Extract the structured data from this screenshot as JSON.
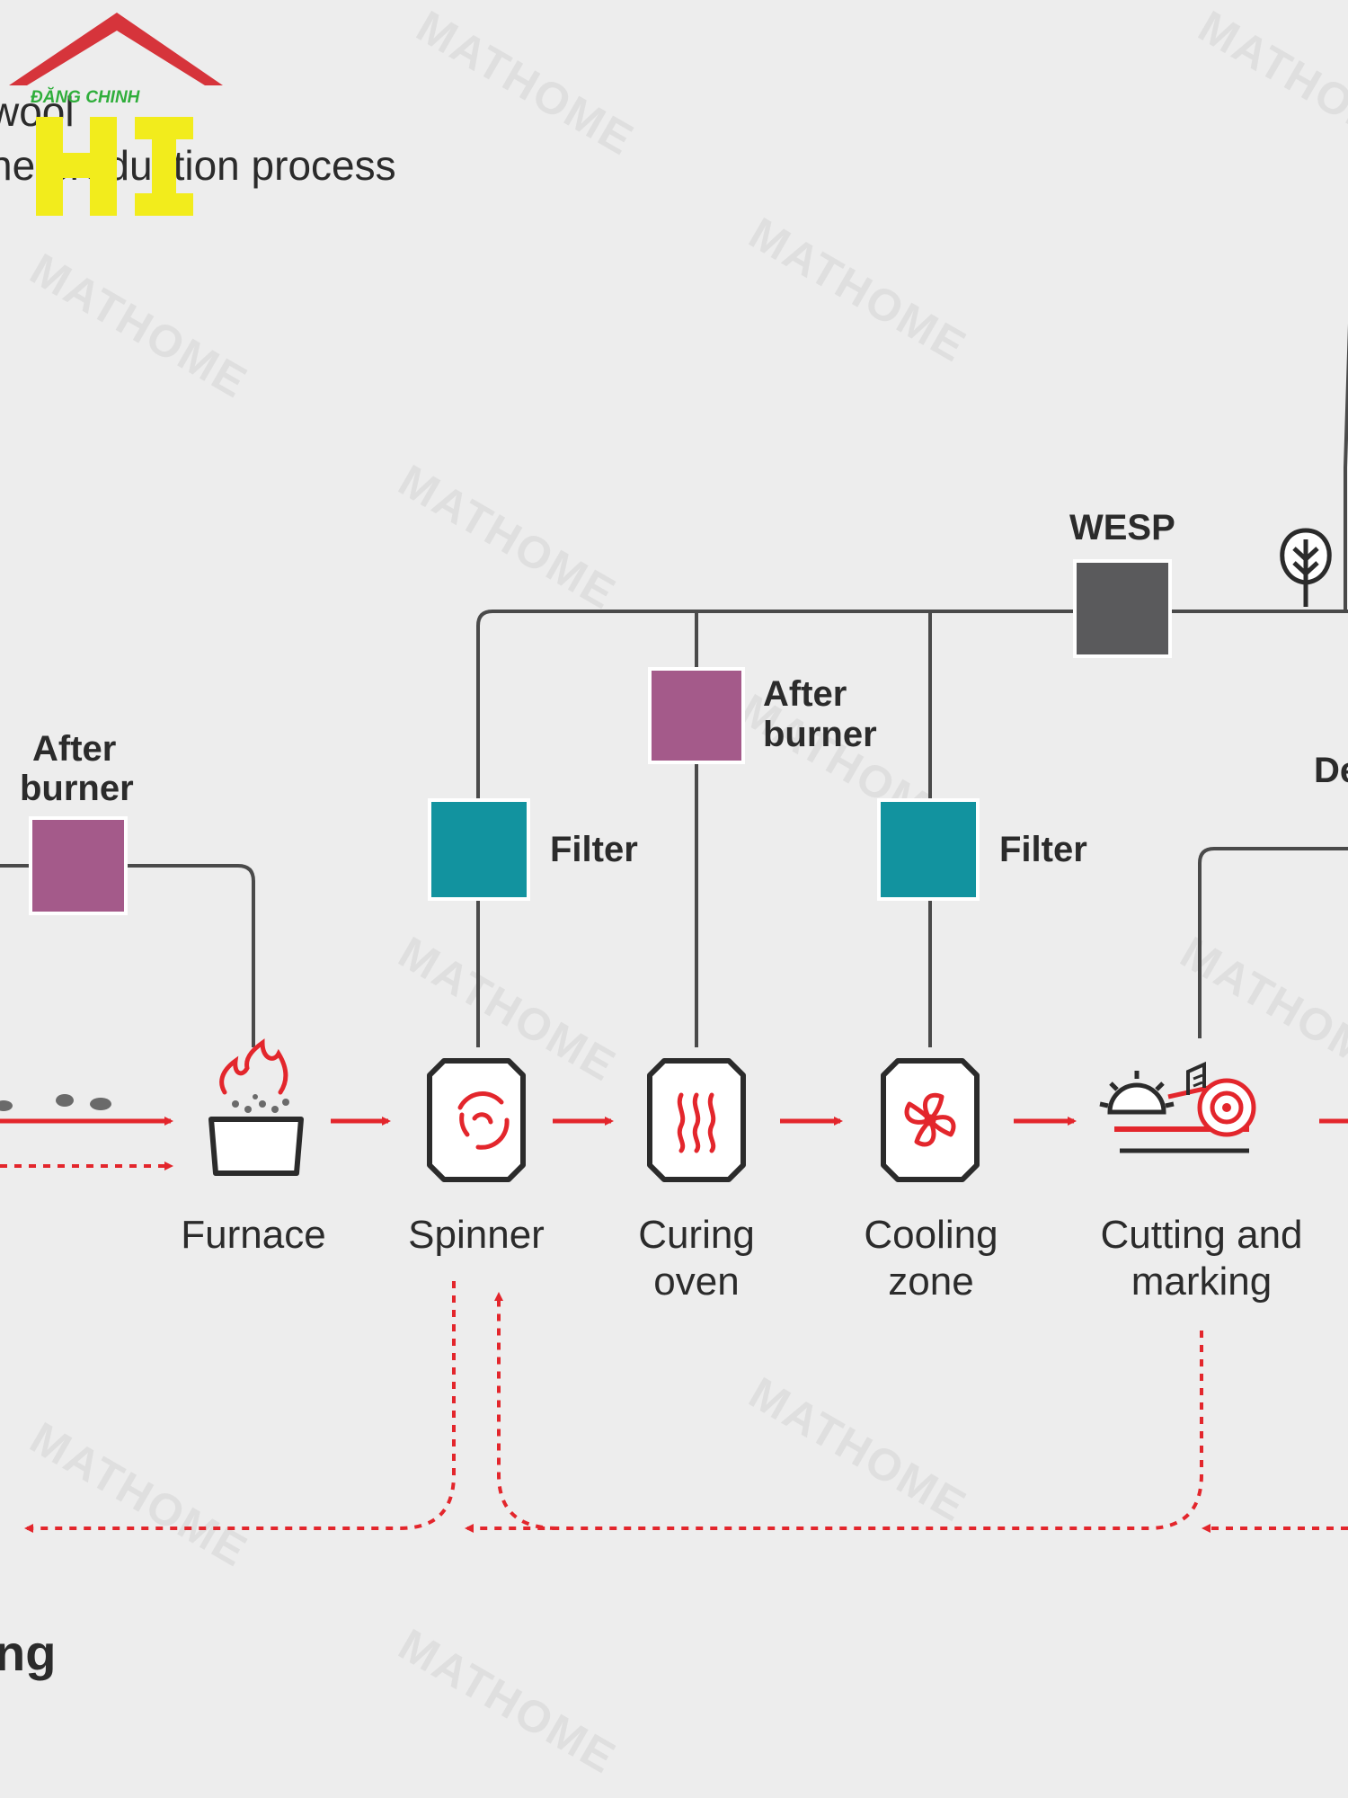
{
  "header": {
    "title_line1": "wool",
    "title_line2": "he production process",
    "logo_text": "ĐĂNG CHINH"
  },
  "units": {
    "wesp": "WESP",
    "after_burner_left": [
      "After",
      "burner"
    ],
    "after_burner_mid": [
      "After",
      "burner"
    ],
    "filter_left": "Filter",
    "filter_right": "Filter",
    "partial_right": "De"
  },
  "steps": [
    {
      "label": [
        "Furnace"
      ]
    },
    {
      "label": [
        "Spinner"
      ]
    },
    {
      "label": [
        "Curing",
        "oven"
      ]
    },
    {
      "label": [
        "Cooling",
        "zone"
      ]
    },
    {
      "label": [
        "Cutting and",
        "marking"
      ]
    }
  ],
  "footer": {
    "partial_word": "ng"
  },
  "watermark": "MATHOME",
  "colors": {
    "background": "#ededed",
    "line": "#4a4a4a",
    "flow_red": "#e3262c",
    "wesp": "#5a5a5c",
    "after_burner": "#a45a8a",
    "filter": "#12939f",
    "logo_roof": "#d6343b",
    "logo_yellow": "#f2ec1c",
    "logo_green": "#2fae3b"
  }
}
